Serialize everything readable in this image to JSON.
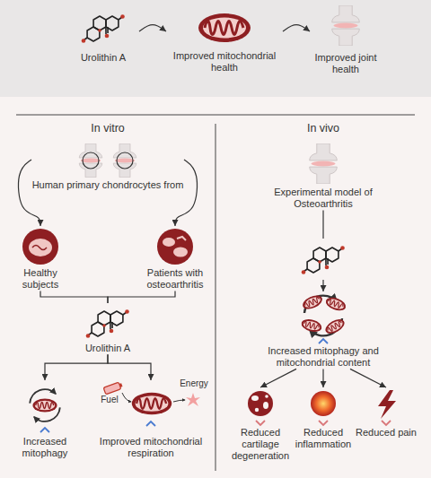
{
  "diagram": {
    "nodes": [
      {
        "text": [
          "Urolithin A"
        ]
      },
      {
        "text": [
          "Improved mitochondrial health"
        ]
      },
      {
        "text": [
          "Improved joint health"
        ]
      },
      {
        "text": [
          "Human primary chondrocytes from"
        ]
      },
      {
        "text": [
          "Healthy subjects"
        ]
      },
      {
        "text": [
          "Patients with osteoarthritis"
        ]
      },
      {
        "text": [
          "Urolithin A"
        ]
      },
      {
        "text": [
          "Increased mitophagy"
        ]
      },
      {
        "text": [
          "Improved mitochondrial respiration"
        ]
      },
      {
        "text": [
          "Experimental model of Osteoarthritis"
        ]
      },
      {
        "text": [
          "Increased mitophagy and mitochondrial content"
        ]
      },
      {
        "text": [
          "Reduced cartilage degeneration"
        ]
      },
      {
        "text": [
          "Reduced inflammation"
        ]
      },
      {
        "text": [
          "Reduced pain"
        ]
      }
    ],
    "edges": [
      {
        "from": 0,
        "to": 1,
        "arrow": "to"
      },
      {
        "from": 1,
        "to": 2,
        "arrow": "to"
      },
      {
        "from": 3,
        "to": 4,
        "arrow": "to"
      },
      {
        "from": 3,
        "to": 5,
        "arrow": "to"
      },
      {
        "from": 4,
        "to": 6,
        "arrow": "none"
      },
      {
        "from": 5,
        "to": 6,
        "arrow": "none"
      },
      {
        "from": 6,
        "to": 7,
        "arrow": "to"
      },
      {
        "from": 6,
        "to": 8,
        "arrow": "to"
      },
      {
        "from": 9,
        "to": 10,
        "arrow": "to"
      },
      {
        "from": 10,
        "to": 11,
        "arrow": "to"
      },
      {
        "from": 10,
        "to": 12,
        "arrow": "to"
      },
      {
        "from": 10,
        "to": 13,
        "arrow": "to"
      }
    ],
    "labels": [
      "In vitro",
      "In vivo",
      "Fuel",
      "Energy"
    ]
  }
}
